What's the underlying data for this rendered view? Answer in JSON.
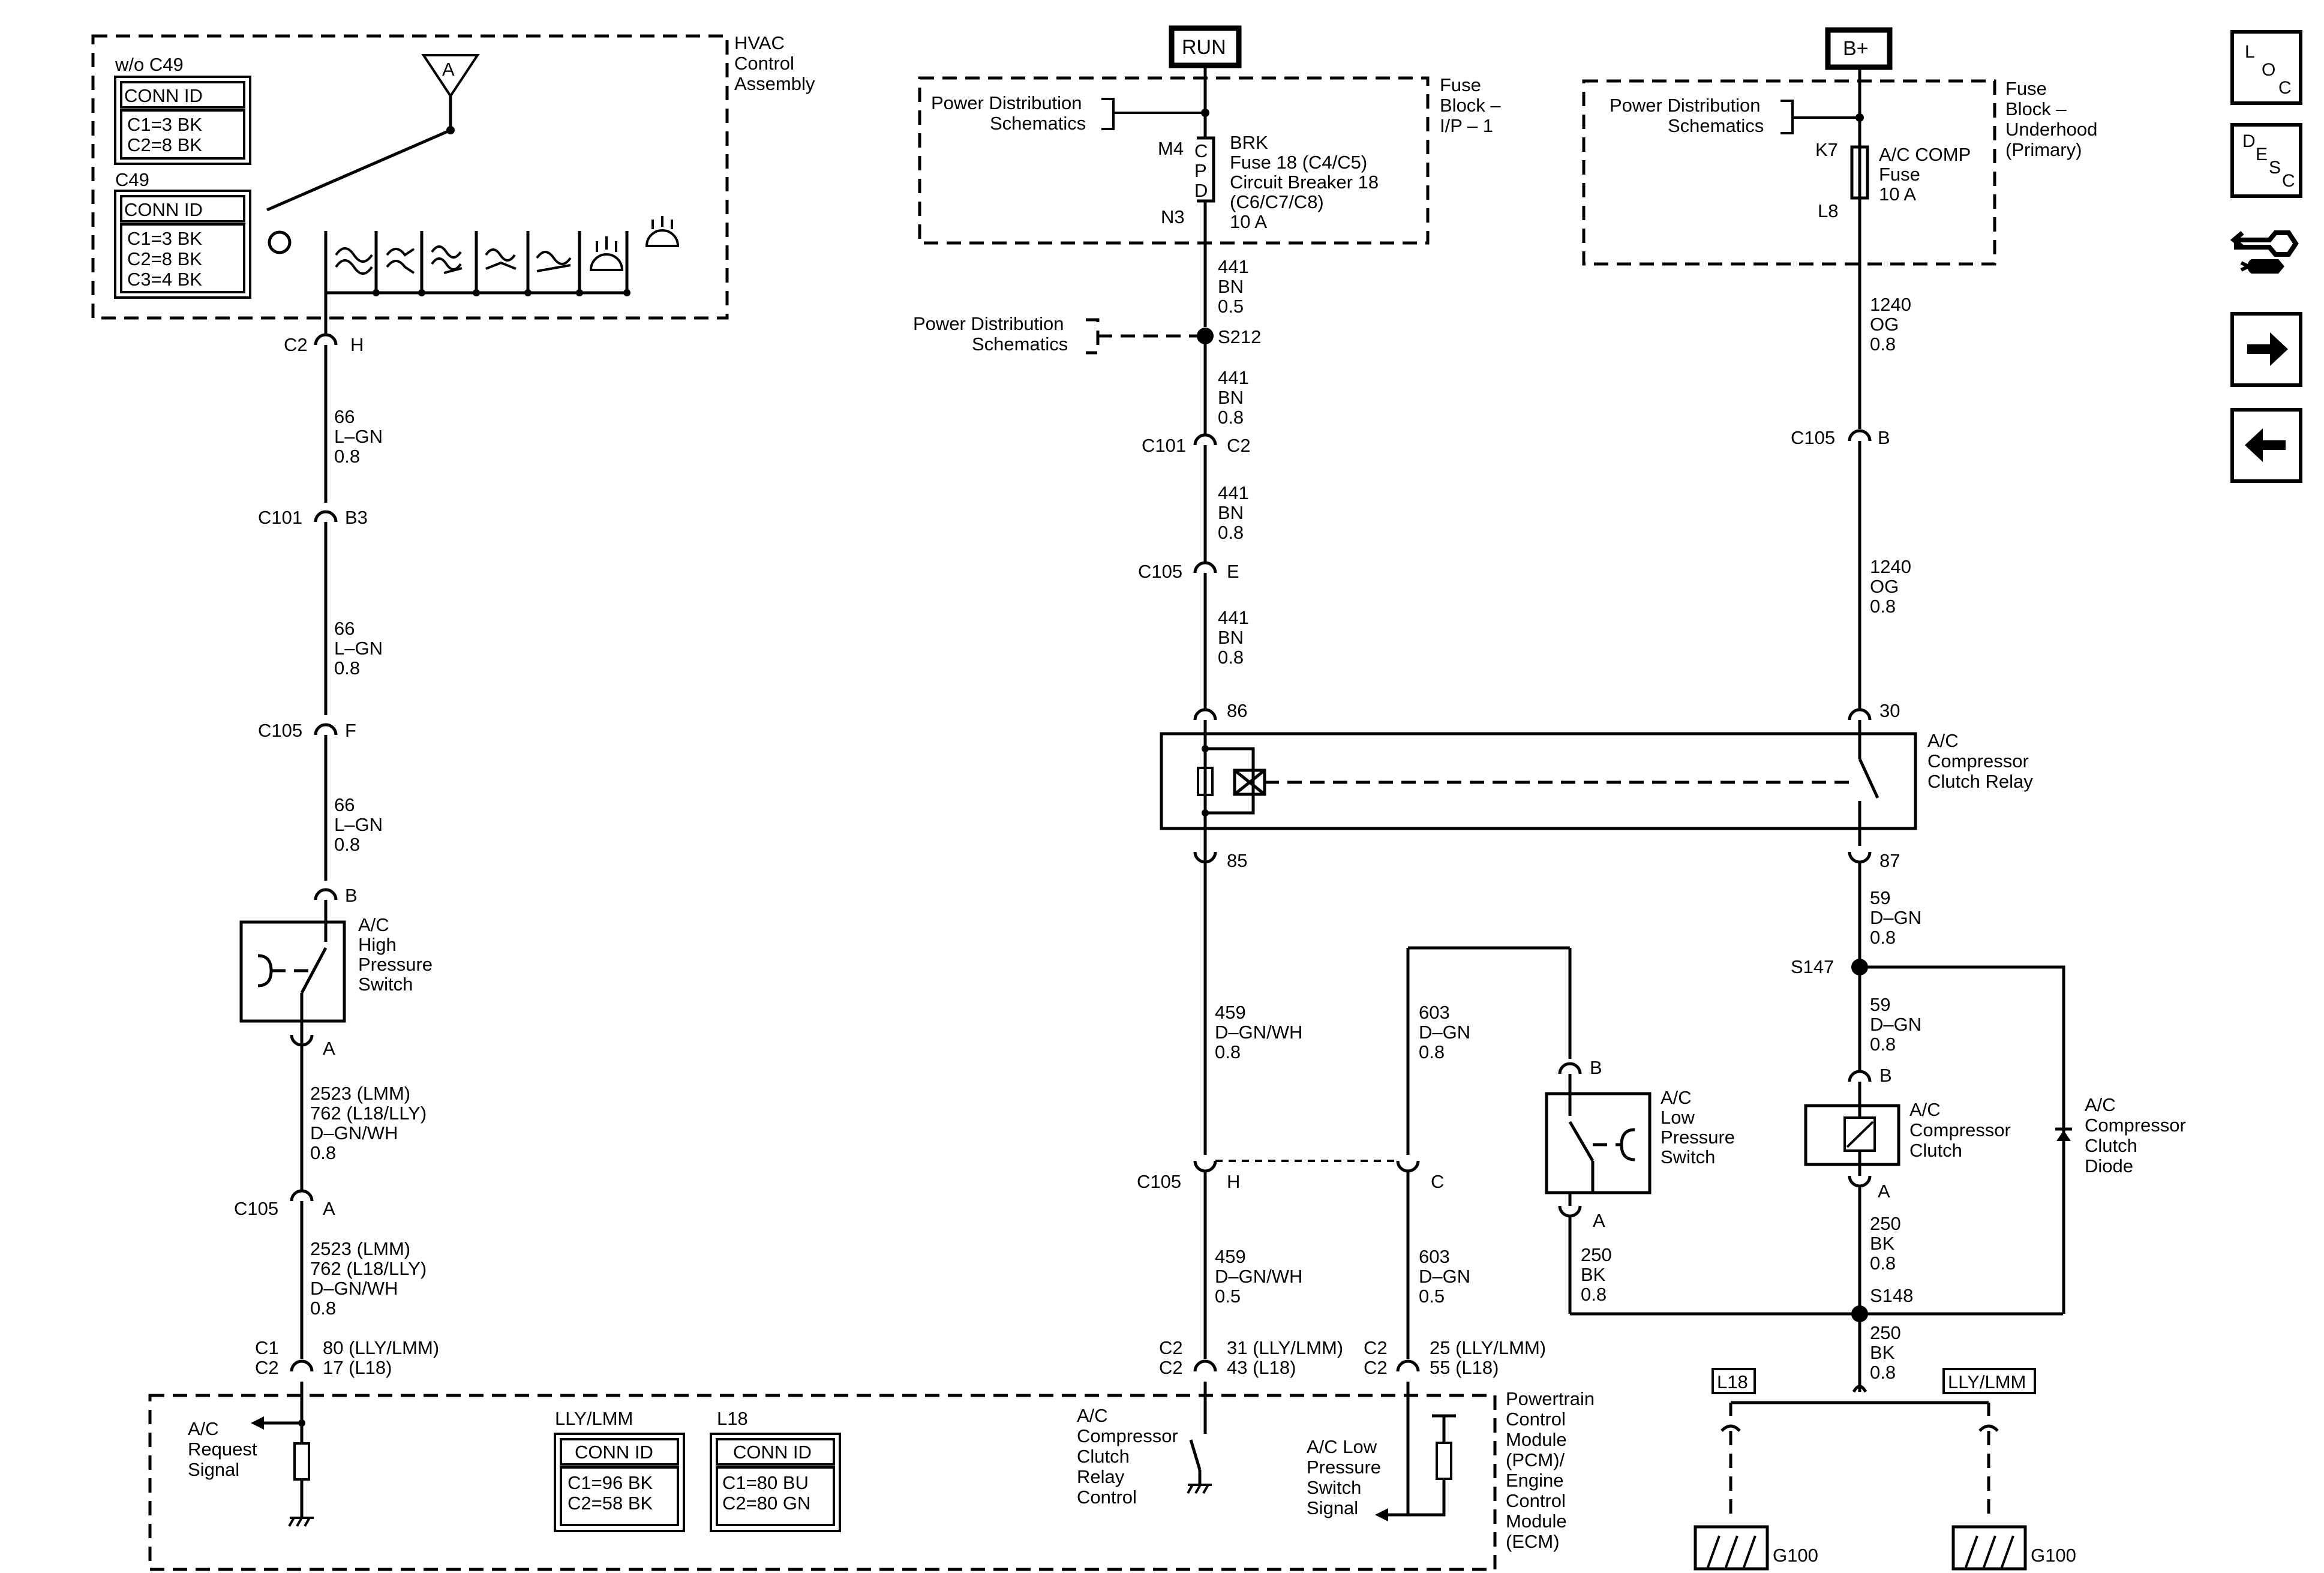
{
  "power": {
    "run": "RUN",
    "bplus": "B+"
  },
  "hvac": {
    "title": [
      "HVAC",
      "Control",
      "Assembly"
    ],
    "wo_c49": "w/o C49",
    "c49": "C49",
    "conn_id": "CONN ID",
    "wo_c49_rows": [
      "C1=3 BK",
      "C2=8 BK"
    ],
    "c49_rows": [
      "C1=3 BK",
      "C2=8 BK",
      "C3=4 BK"
    ],
    "ref_a": "A"
  },
  "fuse_ip": {
    "pds": [
      "Power Distribution",
      "Schematics"
    ],
    "title": [
      "Fuse",
      "Block –",
      "I/P – 1"
    ],
    "lines": [
      "BRK",
      "Fuse 18 (C4/C5)",
      "Circuit Breaker 18",
      "(C6/C7/C8)",
      "10 A"
    ],
    "cpd": [
      "C",
      "P",
      "D"
    ],
    "m4": "M4",
    "n3": "N3"
  },
  "fuse_uh": {
    "pds": [
      "Power Distribution",
      "Schematics"
    ],
    "title": [
      "Fuse",
      "Block –",
      "Underhood",
      "(Primary)"
    ],
    "lines": [
      "A/C COMP",
      "Fuse",
      "10 A"
    ],
    "k7": "K7",
    "l8": "L8"
  },
  "left_wire": {
    "c2": "C2",
    "c2_pin": "H",
    "seg1": [
      "66",
      "L–GN",
      "0.8"
    ],
    "c101": "C101",
    "c101_pin": "B3",
    "seg2": [
      "66",
      "L–GN",
      "0.8"
    ],
    "c105": "C105",
    "c105_pin": "F",
    "seg3": [
      "66",
      "L–GN",
      "0.8"
    ],
    "switch_top_pin": "B",
    "switch": [
      "A/C",
      "High",
      "Pressure",
      "Switch"
    ],
    "switch_bot_pin": "A",
    "seg4": [
      "2523 (LMM)",
      "762 (L18/LLY)",
      "D–GN/WH",
      "0.8"
    ],
    "c105b": "C105",
    "c105b_pin": "A",
    "seg5": [
      "2523 (LMM)",
      "762 (L18/LLY)",
      "D–GN/WH",
      "0.8"
    ],
    "c1": "C1",
    "c2b": "C2",
    "pins": [
      "80 (LLY/LMM)",
      "17 (L18)"
    ]
  },
  "mid_wire": {
    "seg1": [
      "441",
      "BN",
      "0.5"
    ],
    "pds": [
      "Power Distribution",
      "Schematics"
    ],
    "s212": "S212",
    "seg2": [
      "441",
      "BN",
      "0.8"
    ],
    "c101": "C101",
    "c101_pin": "C2",
    "seg3": [
      "441",
      "BN",
      "0.8"
    ],
    "c105": "C105",
    "c105_pin": "E",
    "seg4": [
      "441",
      "BN",
      "0.8"
    ],
    "pin86": "86",
    "pin85": "85",
    "seg5": [
      "459",
      "D–GN/WH",
      "0.8"
    ],
    "c105b": "C105",
    "c105b_pin": "H",
    "seg6": [
      "459",
      "D–GN/WH",
      "0.5"
    ],
    "c2a": "C2",
    "c2b": "C2",
    "pins": [
      "31 (LLY/LMM)",
      "43 (L18)"
    ]
  },
  "low_wire": {
    "seg1": [
      "603",
      "D–GN",
      "0.8"
    ],
    "c105_pin": "C",
    "seg2": [
      "603",
      "D–GN",
      "0.5"
    ],
    "c2a": "C2",
    "c2b": "C2",
    "pins": [
      "25 (LLY/LMM)",
      "55 (L18)"
    ],
    "switch_top_pin": "B",
    "switch": [
      "A/C",
      "Low",
      "Pressure",
      "Switch"
    ],
    "switch_bot_pin": "A",
    "seg3": [
      "250",
      "BK",
      "0.8"
    ]
  },
  "relay": {
    "label": [
      "A/C",
      "Compressor",
      "Clutch Relay"
    ],
    "pin30": "30",
    "pin87": "87"
  },
  "right_wire": {
    "seg1": [
      "1240",
      "OG",
      "0.8"
    ],
    "c105": "C105",
    "c105_pin": "B",
    "seg2": [
      "1240",
      "OG",
      "0.8"
    ],
    "seg3": [
      "59",
      "D–GN",
      "0.8"
    ],
    "s147": "S147",
    "seg4": [
      "59",
      "D–GN",
      "0.8"
    ],
    "clutch_top_pin": "B",
    "clutch": [
      "A/C",
      "Compressor",
      "Clutch"
    ],
    "clutch_bot_pin": "A",
    "diode": [
      "A/C",
      "Compressor",
      "Clutch",
      "Diode"
    ],
    "seg5": [
      "250",
      "BK",
      "0.8"
    ],
    "s148": "S148",
    "seg6": [
      "250",
      "BK",
      "0.8"
    ],
    "l18": "L18",
    "llylmm": "LLY/LMM",
    "g100a": "G100",
    "g100b": "G100"
  },
  "module": {
    "title": [
      "Powertrain",
      "Control",
      "Module",
      "(PCM)/",
      "Engine",
      "Control",
      "Module",
      "(ECM)"
    ],
    "request": [
      "A/C",
      "Request",
      "Signal"
    ],
    "relay_ctrl": [
      "A/C",
      "Compressor",
      "Clutch",
      "Relay",
      "Control"
    ],
    "lowp": [
      "A/C Low",
      "Pressure",
      "Switch",
      "Signal"
    ],
    "t1_head": "LLY/LMM",
    "t2_head": "L18",
    "conn_id": "CONN ID",
    "t1_rows": [
      "C1=96 BK",
      "C2=58 BK"
    ],
    "t2_rows": [
      "C1=80 BU",
      "C2=80 GN"
    ]
  },
  "nav": {
    "loc": [
      "L",
      "O",
      "C"
    ],
    "desc": [
      "D",
      "E",
      "S",
      "C"
    ]
  }
}
